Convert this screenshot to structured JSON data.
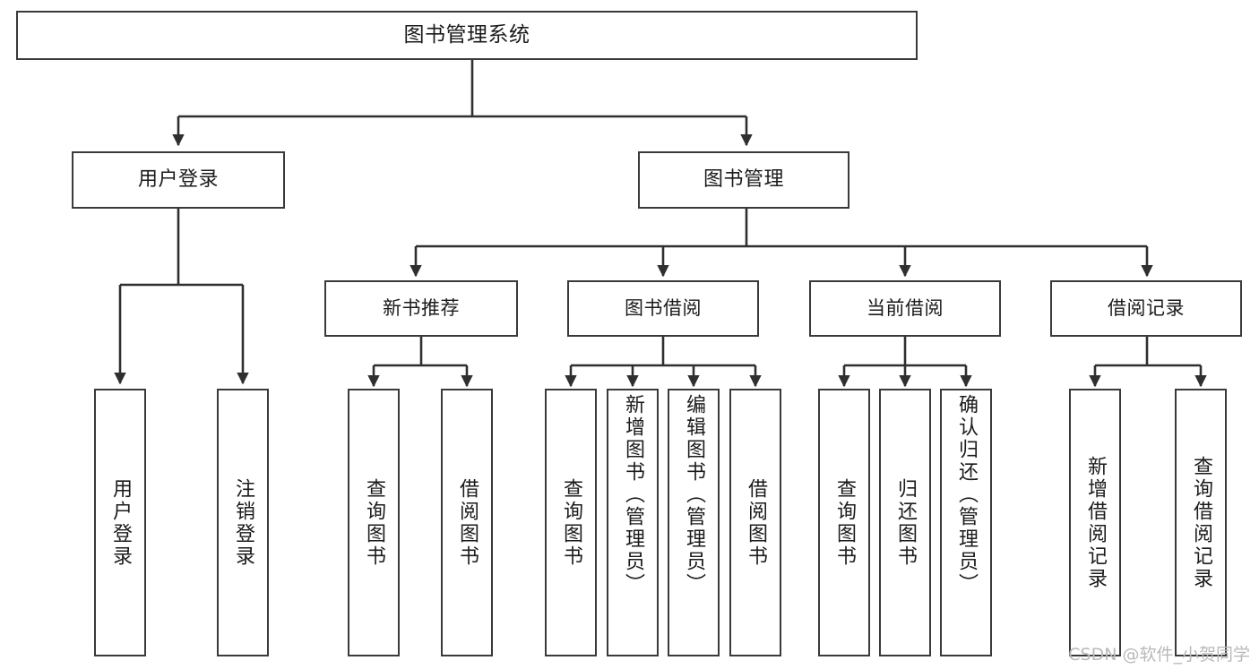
{
  "diagram": {
    "title": "图书管理系统",
    "type": "tree-hierarchy-chart",
    "watermark": "CSDN @软件_小贺同学",
    "colors": {
      "stroke": "#3a3a3a",
      "fill": "#ffffff",
      "text": "#1b1b1b",
      "watermark": "#b9b9b9"
    },
    "root": {
      "label": "图书管理系统"
    },
    "level2": [
      {
        "label": "用户登录"
      },
      {
        "label": "图书管理"
      }
    ],
    "level3": [
      {
        "label": "新书推荐"
      },
      {
        "label": "图书借阅"
      },
      {
        "label": "当前借阅"
      },
      {
        "label": "借阅记录"
      }
    ],
    "leaves": {
      "user_login": [
        {
          "label": "用户登录"
        },
        {
          "label": "注销登录"
        }
      ],
      "new_book_recommend": [
        {
          "label": "查询图书"
        },
        {
          "label": "借阅图书"
        }
      ],
      "book_borrow": [
        {
          "label": "查询图书"
        },
        {
          "label": "新增图书（管理员）"
        },
        {
          "label": "编辑图书（管理员）"
        },
        {
          "label": "借阅图书"
        }
      ],
      "current_borrow": [
        {
          "label": "查询图书"
        },
        {
          "label": "归还图书"
        },
        {
          "label": "确认归还（管理员）"
        }
      ],
      "borrow_record": [
        {
          "label": "新增借阅记录"
        },
        {
          "label": "查询借阅记录"
        }
      ]
    }
  }
}
